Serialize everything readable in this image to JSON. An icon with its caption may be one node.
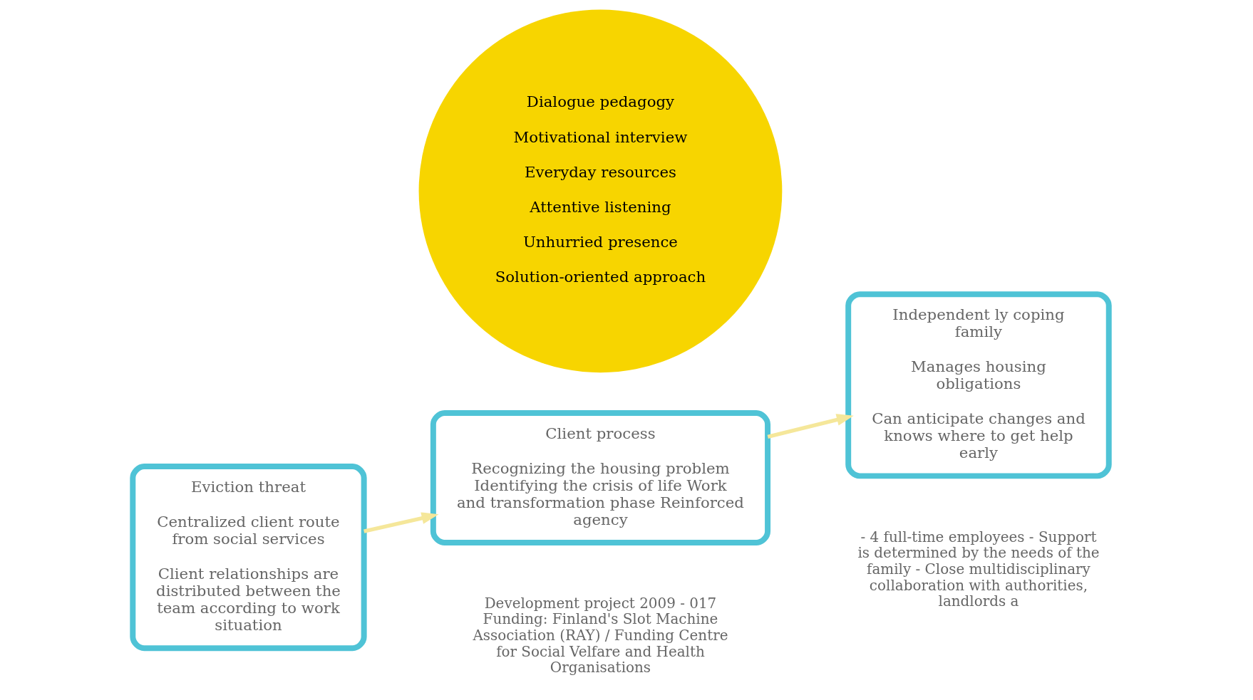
{
  "diagram": {
    "nodes": [
      {
        "text": [
          "Eviction threat",
          "Centralized client route from social services",
          "Client relationships are distributed between the team according to work situation"
        ]
      },
      {
        "text": [
          "Dialogue pedagogy",
          "Motivational interview",
          "Everyday resources",
          "Attentive listening",
          "Unhurried presence",
          "Solution-oriented approach"
        ]
      },
      {
        "text": [
          "Client process",
          "Recognizing the housing problem Identifying the crisis of life Work and transformation phase Reinforced agency"
        ]
      },
      {
        "text": [
          "Independent ly coping family",
          "Manages housing obligations",
          "Can anticipate changes and knows where to get help early"
        ]
      }
    ],
    "edges": [
      {
        "from": 0,
        "to": 2,
        "arrow": "to"
      },
      {
        "from": 2,
        "to": 3,
        "arrow": "to"
      }
    ],
    "labels": [
      "Development project 2009 - 017 Funding: Finland's Slot Machine Association (RAY) / Funding Centre for Social Velfare and Health Organisations",
      "- 4 full-time employees - Support is determined by the needs of the family - Close multidisciplinary collaboration with authorities, landlords a"
    ]
  }
}
